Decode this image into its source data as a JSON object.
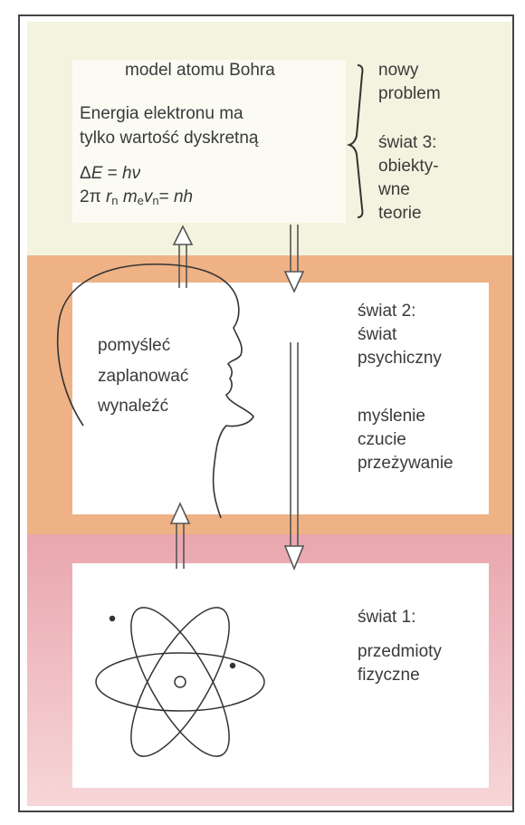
{
  "world3": {
    "title": "model atomu Bohra",
    "statement_line1": "Energia elektronu ma",
    "statement_line2": "tylko wartość dyskretną",
    "formula1": "ΔE = hν",
    "formula2": "2π rn me vn= nh",
    "side_label_1": "nowy",
    "side_label_2": "problem",
    "name_line1": "świat 3:",
    "name_line2": "obiekty-",
    "name_line3": "wne",
    "name_line4": "teorie"
  },
  "world2": {
    "action1": "pomyśleć",
    "action2": "zaplanować",
    "action3": "wynaleźć",
    "name_line1": "świat 2:",
    "name_line2": "świat",
    "name_line3": "psychiczny",
    "activity1": "myślenie",
    "activity2": "czucie",
    "activity3": "przeżywanie"
  },
  "world1": {
    "name_line1": "świat 1:",
    "name_line2": "przedmioty",
    "name_line3": "fizyczne"
  },
  "colors": {
    "world3_band": "#f4f3df",
    "world2_band": "#eeb285",
    "world1_band": "#e9a6ae",
    "ink": "#3a3a3a"
  }
}
